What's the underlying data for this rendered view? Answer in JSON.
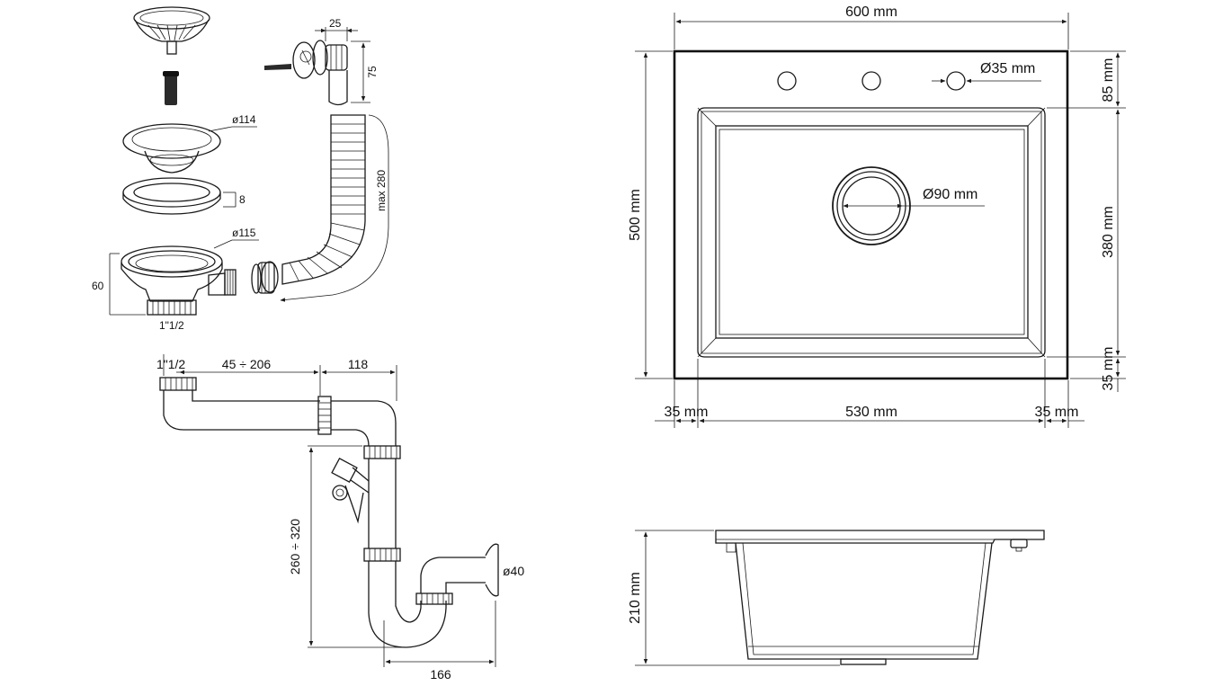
{
  "top_view": {
    "width_label": "600 mm",
    "height_label": "500 mm",
    "tap_hole_label": "Ø35 mm",
    "drain_label": "Ø90 mm",
    "top_margin_label": "85 mm",
    "bowl_height_label": "380 mm",
    "bottom_margin_label": "35 mm",
    "left_margin_label": "35 mm",
    "bowl_width_label": "530 mm",
    "right_margin_label": "35 mm"
  },
  "side_view": {
    "depth_label": "210 mm"
  },
  "strainer_assembly": {
    "overflow_width_label": "25",
    "overflow_height_label": "75",
    "flange_diameter_label": "ø114",
    "gasket_thickness_label": "8",
    "body_diameter_label": "ø115",
    "body_height_label": "60",
    "thread_label": "1\"1/2",
    "hose_length_label": "max 280"
  },
  "siphon": {
    "inlet_label": "1\"1/2",
    "extension_label": "45 ÷ 206",
    "offset_label": "118",
    "height_label": "260 ÷ 320",
    "outlet_label": "ø40",
    "width_label": "166"
  }
}
